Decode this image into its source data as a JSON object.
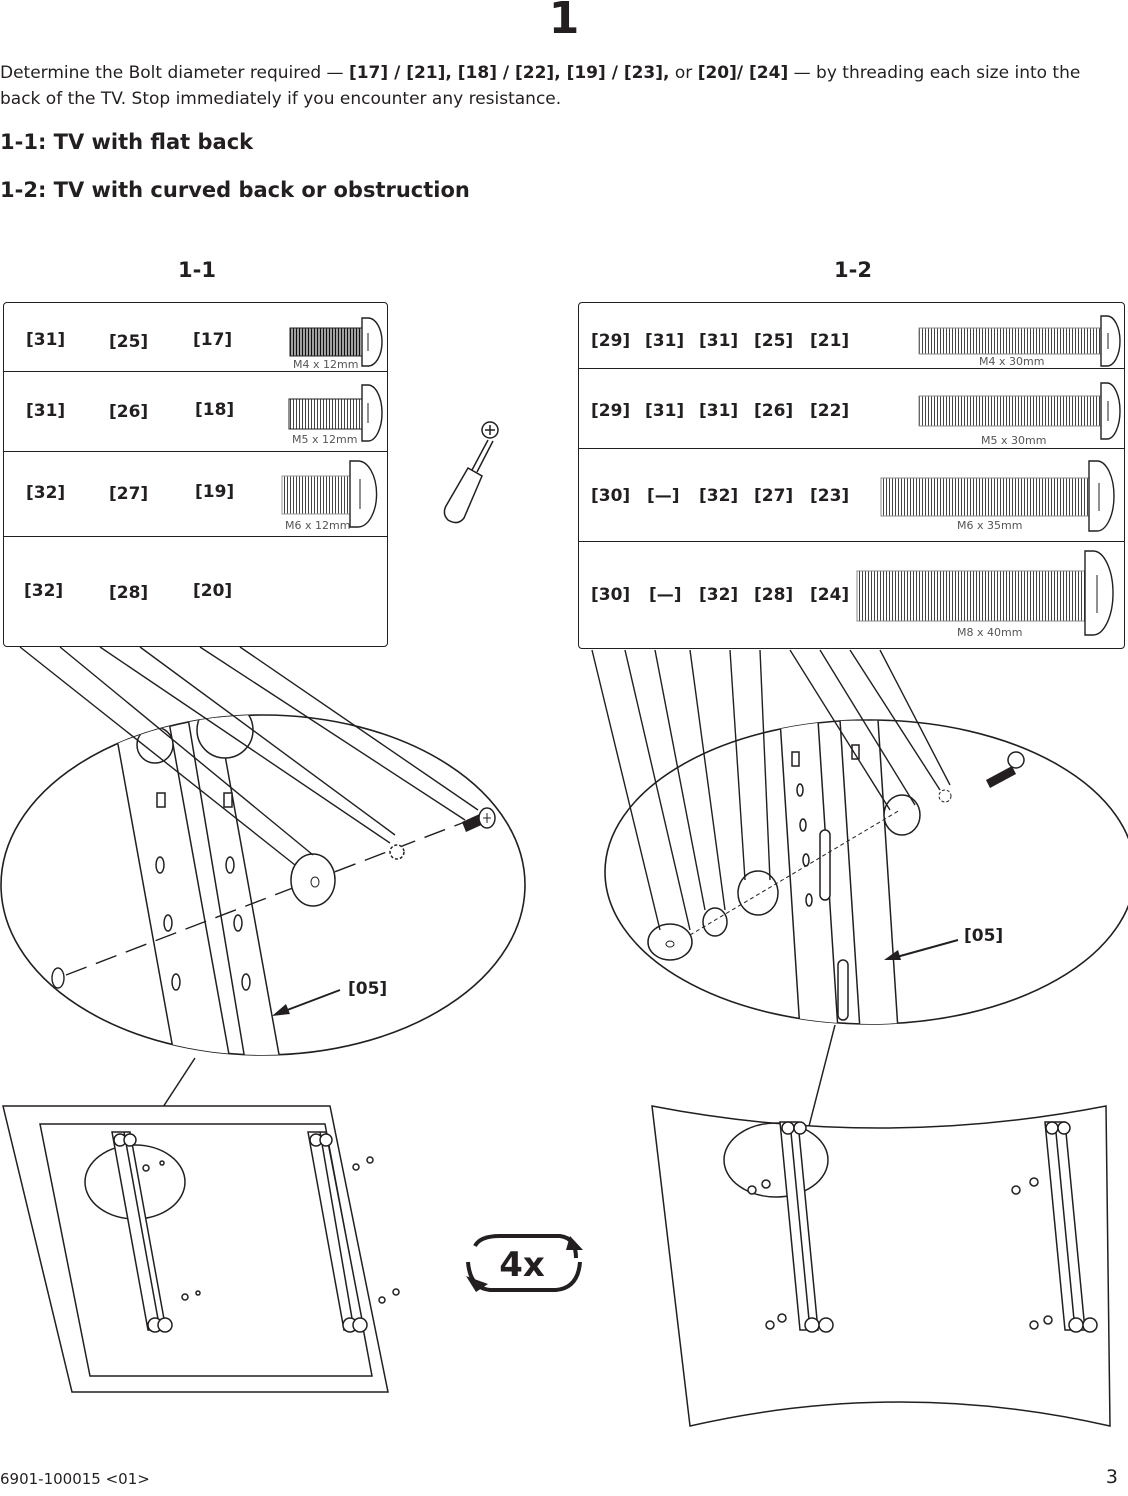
{
  "step_number": "1",
  "intro": {
    "t1": "Determine the Bolt diameter required — ",
    "b1": "[17] / [21], [18] / [22], [19] / [23],",
    "t2": " or ",
    "b2": "[20]/ [24]",
    "t3": " — by threading each size into the back of the TV. Stop immediately if you encounter any resistance."
  },
  "subheads": [
    "1-1: TV with flat back",
    "1-2: TV with curved back or obstruction"
  ],
  "fig1": {
    "label": "1-1",
    "rows": [
      {
        "refs": [
          "[31]",
          "[25]",
          "[17]"
        ],
        "bolt": "M4 x 12mm"
      },
      {
        "refs": [
          "[31]",
          "[26]",
          "[18]"
        ],
        "bolt": "M5 x 12mm"
      },
      {
        "refs": [
          "[32]",
          "[27]",
          "[19]"
        ],
        "bolt": "M6 x 12mm"
      },
      {
        "refs": [
          "[32]",
          "[28]",
          "[20]"
        ],
        "bolt": ""
      }
    ],
    "bracket_label": "[05]"
  },
  "fig2": {
    "label": "1-2",
    "rows": [
      {
        "refs": [
          "[29]",
          "[31]",
          "[31]",
          "[25]",
          "[21]"
        ],
        "bolt": "M4 x 30mm"
      },
      {
        "refs": [
          "[29]",
          "[31]",
          "[31]",
          "[26]",
          "[22]"
        ],
        "bolt": "M5 x 30mm"
      },
      {
        "refs": [
          "[30]",
          "[—]",
          "[32]",
          "[27]",
          "[23]"
        ],
        "bolt": "M6 x 35mm"
      },
      {
        "refs": [
          "[30]",
          "[—]",
          "[32]",
          "[28]",
          "[24]"
        ],
        "bolt": "M8 x 40mm"
      }
    ],
    "bracket_label": "[05]"
  },
  "repeat_badge": "4x",
  "footer": {
    "code": "6901-100015 <01>",
    "page": "3"
  }
}
